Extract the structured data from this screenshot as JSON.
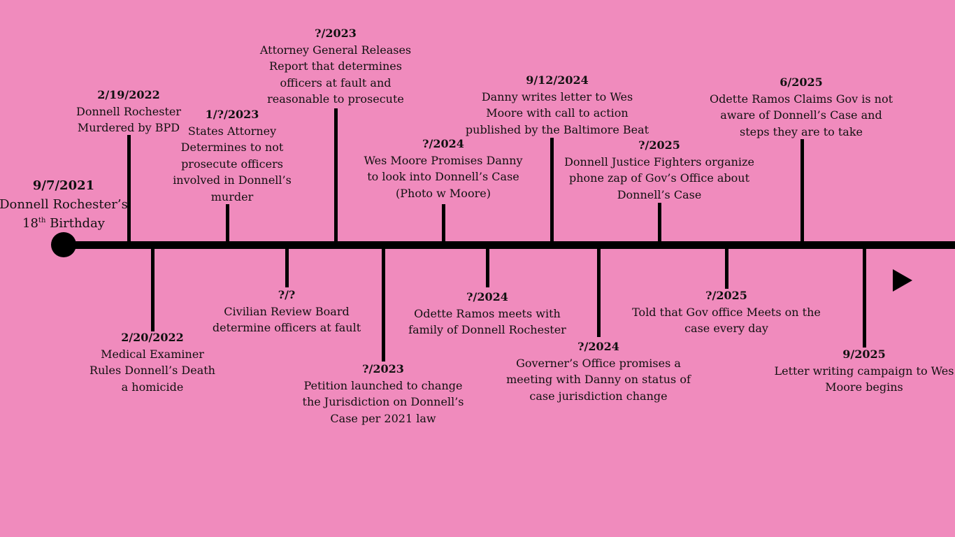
{
  "start": {
    "date": "9/7/2021",
    "line1": "Donnell Rochester’s",
    "ordinal": "18",
    "ordinal_suffix": "th",
    "line2": "Birthday"
  },
  "events": [
    {
      "date": "2/19/2022",
      "lines": [
        "Donnell Rochester",
        "Murdered by BPD"
      ]
    },
    {
      "date": "2/20/2022",
      "lines": [
        "Medical Examiner",
        "Rules Donnell’s Death",
        "a homicide"
      ]
    },
    {
      "date": "1/?/2023",
      "lines": [
        "States Attorney",
        "Determines to not",
        "prosecute officers",
        "involved in Donnell’s",
        "murder"
      ]
    },
    {
      "date": "?/?",
      "lines": [
        "Civilian Review Board",
        "determine officers at fault"
      ]
    },
    {
      "date": "?/2023",
      "lines": [
        "Attorney General Releases",
        "Report that determines",
        "officers at fault and",
        "reasonable to prosecute"
      ]
    },
    {
      "date": "?/2023",
      "lines": [
        "Petition launched to change",
        "the Jurisdiction on Donnell’s",
        "Case per 2021 law"
      ]
    },
    {
      "date": "?/2024",
      "lines": [
        "Wes Moore Promises Danny",
        "to look into Donnell’s Case",
        "(Photo w Moore)"
      ]
    },
    {
      "date": "?/2024",
      "lines": [
        "Odette Ramos meets with",
        "family of Donnell Rochester"
      ]
    },
    {
      "date": "9/12/2024",
      "lines": [
        "Danny writes letter to Wes",
        "Moore with call to action",
        "published by the Baltimore Beat"
      ]
    },
    {
      "date": "?/2024",
      "lines": [
        "Governer’s Office promises a",
        "meeting with Danny on status of",
        "case jurisdiction change"
      ]
    },
    {
      "date": "?/2025",
      "lines": [
        "Donnell Justice Fighters organize",
        "phone zap of Gov’s Office about",
        "Donnell’s Case"
      ]
    },
    {
      "date": "?/2025",
      "lines": [
        "Told that Gov office Meets on the",
        "case every day"
      ]
    },
    {
      "date": "6/2025",
      "lines": [
        "Odette Ramos Claims Gov is not",
        "aware of Donnell’s Case and",
        "steps they are to take"
      ]
    },
    {
      "date": "9/2025",
      "lines": [
        "Letter writing campaign to Wes",
        "Moore begins"
      ]
    }
  ]
}
